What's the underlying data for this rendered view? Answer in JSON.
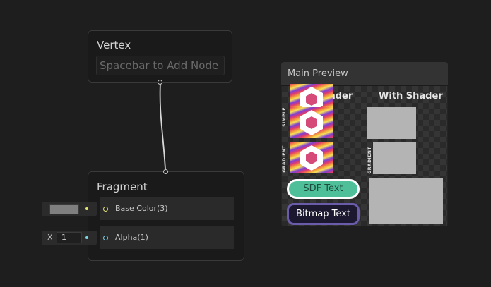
{
  "vertex": {
    "title": "Vertex",
    "hint": "Spacebar to Add Node"
  },
  "fragment": {
    "title": "Fragment",
    "slots": [
      {
        "label": "Base Color(3)"
      },
      {
        "label": "Alpha(1)"
      }
    ],
    "alpha_input": {
      "axis": "X",
      "value": "1"
    }
  },
  "preview": {
    "title": "Main Preview",
    "col_no": "No Shader",
    "col_with": "With Shader",
    "sample_labels": [
      "SIMPLE",
      "GRADIENT",
      "GRADIENT"
    ],
    "sdf_text": "SDF Text",
    "bitmap_text": "Bitmap Text"
  },
  "colors": {
    "background": "#1e1e1e",
    "port_color": "#e6e373",
    "port_float": "#7bd5e6",
    "sdf_fill": "#4fbf9a",
    "bitmap_border": "#6a5ca8"
  }
}
